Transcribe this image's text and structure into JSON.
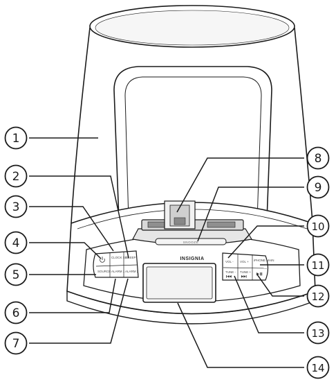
{
  "device": {
    "brand": "INSIGNIA",
    "snooze_label": "SNOOZE"
  },
  "left_buttons": {
    "clock_set": "CLOCK SET",
    "sleep": "SLEEP",
    "source": "SOURCE",
    "alarm1": "ALARM 1",
    "alarm2": "ALARM 2"
  },
  "right_buttons": {
    "vol_down": "VOL -",
    "vol_up": "VOL +",
    "iphone": "iPHONE MAIN",
    "tune_down": "TUNE -",
    "tune_up": "TUNE +"
  },
  "callouts": [
    "1",
    "2",
    "3",
    "4",
    "5",
    "6",
    "7",
    "8",
    "9",
    "10",
    "11",
    "12",
    "13",
    "14"
  ]
}
